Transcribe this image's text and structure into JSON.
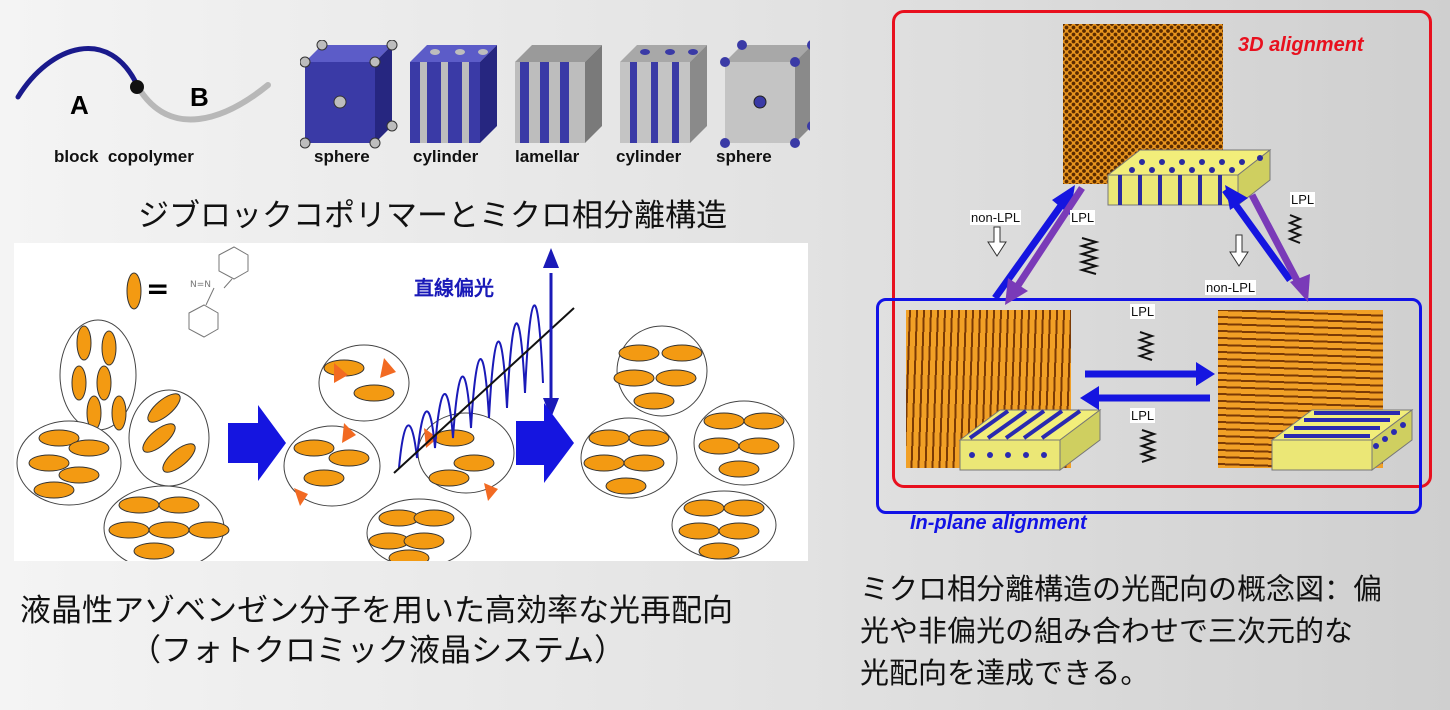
{
  "copolymer": {
    "label_a": "A",
    "label_b": "B",
    "caption": "block  copolymer"
  },
  "morphologies": [
    "sphere",
    "cylinder",
    "lamellar",
    "cylinder",
    "sphere"
  ],
  "caption_top": "ジブロックコポリマーとミクロ相分離構造",
  "photo_panel": {
    "azo_equals": "=",
    "azo_n": "N=N",
    "light_label": "直線偏光"
  },
  "caption_bottom_line1": "液晶性アゾベンゼン分子を用いた高効率な光再配向",
  "caption_bottom_line2": "（フォトクロミック液晶システム）",
  "concept": {
    "label_3d": "3D alignment",
    "label_inplane": "In-plane alignment",
    "non_lpl_left": "non-LPL",
    "lpl_left": "LPL",
    "lpl_right": "LPL",
    "non_lpl_right": "non-LPL",
    "lpl_mid_top": "LPL",
    "lpl_mid_bottom": "LPL"
  },
  "caption_right": [
    "ミクロ相分離構造の光配向の概念図：偏",
    "光や非偏光の組み合わせで三次元的な",
    "光配向を達成できる。"
  ],
  "colors": {
    "navy": "#1a1a8c",
    "cube_blue": "#3a3aa6",
    "orange": "#f39a12",
    "red_frame": "#e8101e",
    "blue_frame": "#1212e6",
    "purple": "#7a3ab8"
  }
}
